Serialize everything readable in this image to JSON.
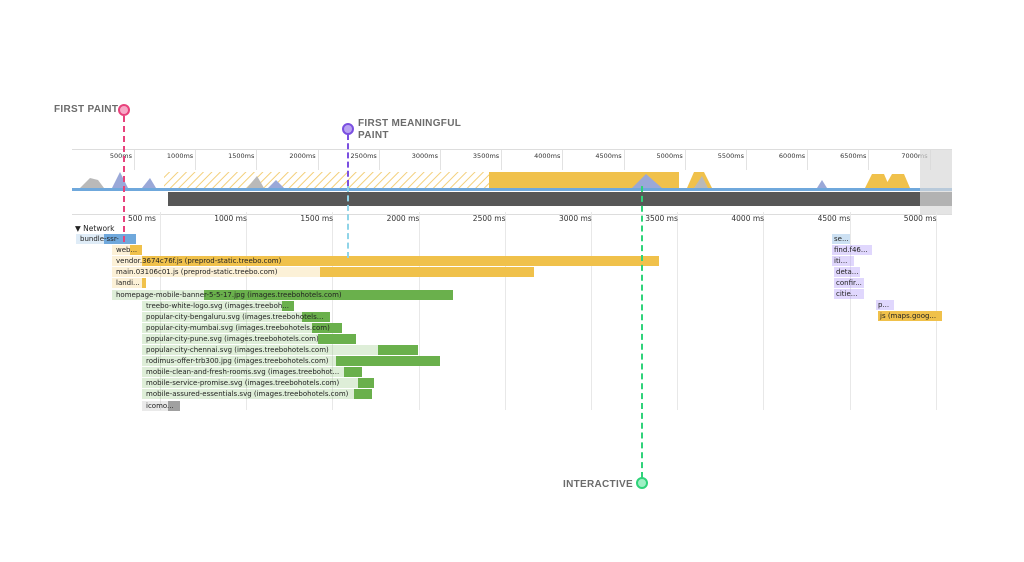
{
  "annotations": {
    "first_paint": "FIRST PAINT",
    "first_meaningful_paint_line1": "FIRST MEANINGFUL",
    "first_meaningful_paint_line2": "PAINT",
    "interactive": "INTERACTIVE"
  },
  "overview_ticks": [
    "500ms",
    "1000ms",
    "1500ms",
    "2000ms",
    "2500ms",
    "3000ms",
    "3500ms",
    "4000ms",
    "4500ms",
    "5000ms",
    "5500ms",
    "6000ms",
    "6500ms",
    "7000ms"
  ],
  "ruler_ticks": [
    "500 ms",
    "1000 ms",
    "1500 ms",
    "2000 ms",
    "2500 ms",
    "3000 ms",
    "3500 ms",
    "4000 ms",
    "4500 ms",
    "5000 ms"
  ],
  "network": {
    "section_title": "Network",
    "rows": [
      {
        "label": "bundle-ssr-"
      },
      {
        "label": "web..."
      },
      {
        "label": "vendor.3674c76f.js (preprod-static.treebo.com)"
      },
      {
        "label": "main.03106c01.js (preprod-static.treebo.com)"
      },
      {
        "label": "landi..."
      },
      {
        "label": "homepage-mobile-banner-5-5-17.jpg (images.treebohotels.com)"
      },
      {
        "label": "treebo-white-logo.svg (images.treeboh..."
      },
      {
        "label": "popular-city-bengaluru.svg (images.treebohotels..."
      },
      {
        "label": "popular-city-mumbai.svg (images.treebohotels.com)"
      },
      {
        "label": "popular-city-pune.svg (images.treebohotels.com)"
      },
      {
        "label": "popular-city-chennai.svg (images.treebohotels.com)"
      },
      {
        "label": "rodimus-offer-trb300.jpg (images.treebohotels.com)"
      },
      {
        "label": "mobile-clean-and-fresh-rooms.svg (images.treebohot..."
      },
      {
        "label": "mobile-service-promise.svg (images.treebohotels.com)"
      },
      {
        "label": "mobile-assured-essentials.svg (images.treebohotels.com)"
      },
      {
        "label": "icomo..."
      }
    ],
    "right_rows": [
      {
        "label": "se..."
      },
      {
        "label": "find.f46..."
      },
      {
        "label": "iti..."
      },
      {
        "label": "deta..."
      },
      {
        "label": "confir..."
      },
      {
        "label": "citie..."
      },
      {
        "label": "p..."
      },
      {
        "label": "js (maps.goog..."
      }
    ]
  },
  "colors": {
    "first_paint": "#e8427c",
    "first_meaningful_paint": "#7a4fe0",
    "interactive": "#2fd37a",
    "script": "#f0c14b",
    "image": "#6ab04c",
    "document": "#6fa8dc",
    "stylesheet": "#a78bfa"
  }
}
